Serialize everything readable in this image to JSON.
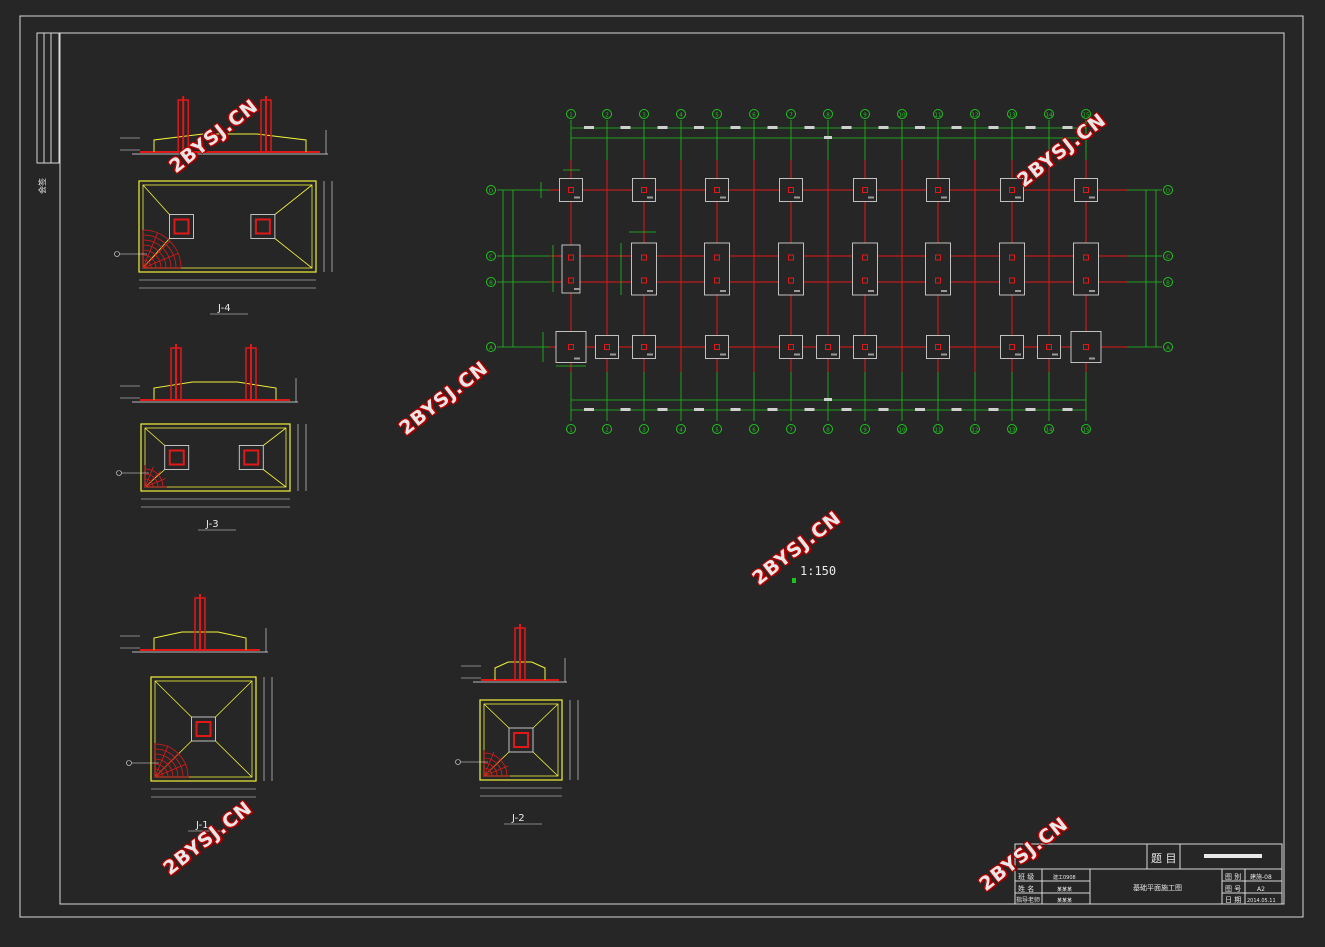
{
  "watermark": "2BYSJ.CN",
  "side_label": "会签",
  "plan": {
    "scale": "1:150",
    "column_axes": [
      "1",
      "2",
      "3",
      "4",
      "5",
      "6",
      "7",
      "8",
      "9",
      "10",
      "11",
      "12",
      "13",
      "14",
      "15"
    ],
    "row_axes": [
      "D",
      "C",
      "B",
      "A"
    ]
  },
  "details": [
    {
      "id": "J-4",
      "label": "J-4"
    },
    {
      "id": "J-3",
      "label": "J-3"
    },
    {
      "id": "J-1",
      "label": "J-1"
    },
    {
      "id": "J-2",
      "label": "J-2"
    }
  ],
  "title_block": {
    "title_label": "题 目",
    "drawing_name": "基础平面施工图",
    "rows_left": [
      {
        "label": "班 级",
        "value": "建工0908"
      },
      {
        "label": "姓 名",
        "value": "某某某"
      },
      {
        "label": "指导老师",
        "value": "某某某"
      }
    ],
    "rows_right": [
      {
        "label": "图 别",
        "value": "建施-08"
      },
      {
        "label": "图 号",
        "value": "A2"
      },
      {
        "label": "日 期",
        "value": "2014.05.11"
      }
    ]
  },
  "colors": {
    "background": "#262626",
    "frame": "#d8d8d8",
    "axis": "#1ec41e",
    "red": "#e01818",
    "yellow": "#f2f23a",
    "white": "#e8e8e8"
  }
}
